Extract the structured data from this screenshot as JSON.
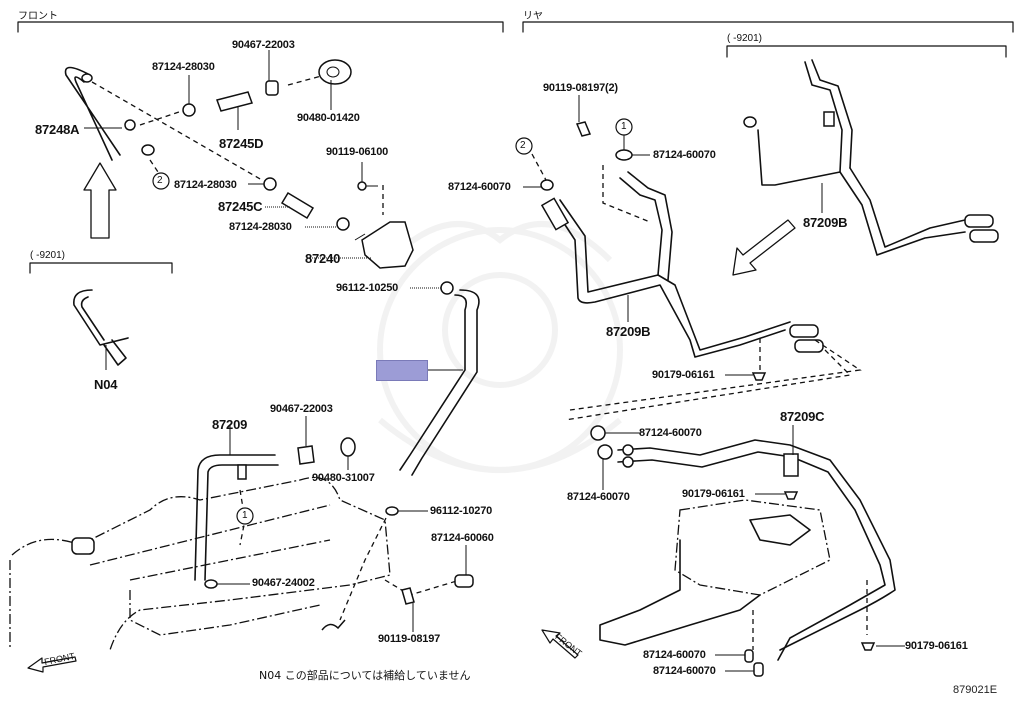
{
  "sections": {
    "front_title": "フロント",
    "rear_title": "リヤ"
  },
  "ranges": {
    "front_n04_range": "(      -9201)",
    "rear_87209b_range": "(      -9201)"
  },
  "callouts": {
    "c1": "1",
    "c2": "2"
  },
  "front_labels": {
    "p87248A": "87248A",
    "p87124_28030_a": "87124-28030",
    "p87245D": "87245D",
    "p90467_22003_a": "90467-22003",
    "p90480_01420": "90480-01420",
    "p87124_28030_b": "87124-28030",
    "p87245C": "87245C",
    "p87124_28030_c": "87124-28030",
    "p90119_06100": "90119-06100",
    "p87240": "87240",
    "p96112_10250": "96112-10250",
    "pN04": "N04",
    "p87209": "87209",
    "p90467_22003_b": "90467-22003",
    "p90480_31007": "90480-31007",
    "p96112_10270": "96112-10270",
    "p87124_60060": "87124-60060",
    "p90467_24002": "90467-24002",
    "p90119_08197": "90119-08197"
  },
  "rear_labels": {
    "p90119_08197_2": "90119-08197(2)",
    "p87124_60070_a": "87124-60070",
    "p87124_60070_b": "87124-60070",
    "p87209B_a": "87209B",
    "p87209B_b": "87209B",
    "p90179_06161_a": "90179-06161",
    "p87209C": "87209C",
    "p87124_60070_c": "87124-60070",
    "p87124_60070_d": "87124-60070",
    "p90179_06161_b": "90179-06161",
    "p87124_60070_e": "87124-60070",
    "p87124_60070_f": "87124-60070",
    "p90179_06161_c": "90179-06161"
  },
  "direction": {
    "front_left": "FRONT",
    "front_right": "FRONT"
  },
  "note": "N04  この部品については補給していません",
  "diagram_code": "879021E",
  "highlight": {
    "color": "#9c9cd6",
    "target_part": "hose (unlabeled, highlighted)"
  }
}
